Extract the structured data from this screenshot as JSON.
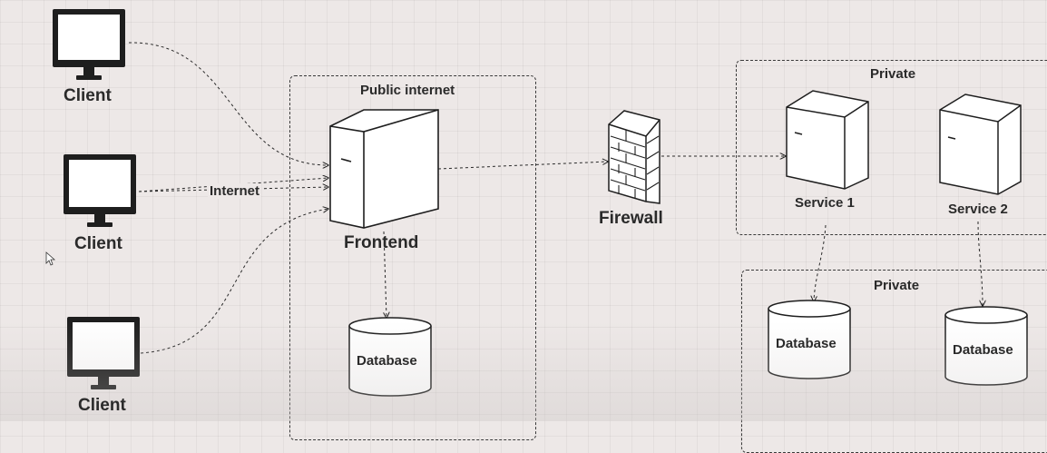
{
  "clients": [
    {
      "label": "Client"
    },
    {
      "label": "Client"
    },
    {
      "label": "Client"
    }
  ],
  "internet_label": "Internet",
  "zones": {
    "public": {
      "title": "Public internet"
    },
    "private_services": {
      "title": "Private"
    },
    "private_databases": {
      "title": "Private"
    }
  },
  "frontend": {
    "label": "Frontend"
  },
  "firewall": {
    "label": "Firewall"
  },
  "services": [
    {
      "label": "Service 1"
    },
    {
      "label": "Service 2"
    }
  ],
  "databases": [
    {
      "label": "Database"
    },
    {
      "label": "Database"
    },
    {
      "label": "Database"
    }
  ],
  "colors": {
    "background": "#ede8e7",
    "stroke": "#1e1e1e",
    "text": "#2a2a2a"
  }
}
